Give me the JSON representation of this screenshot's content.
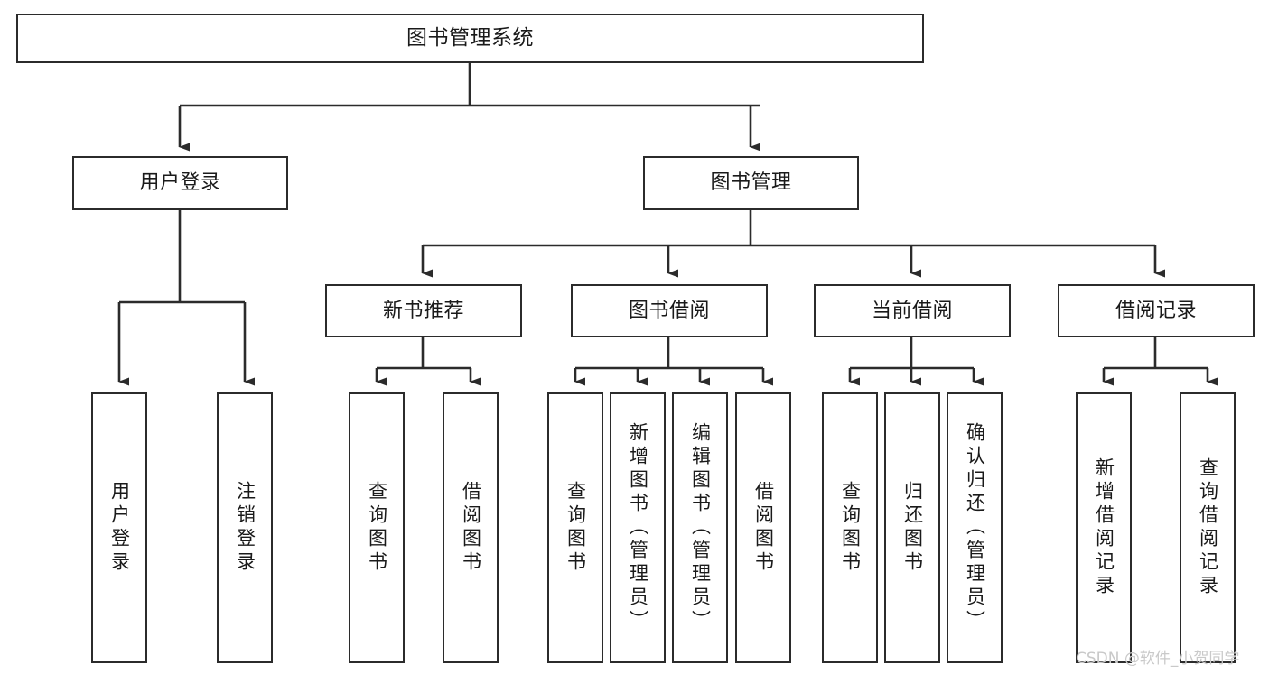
{
  "diagram": {
    "title": "图书管理系统",
    "type": "tree-hierarchy-diagram",
    "watermark": "CSDN @软件_小贺同学",
    "colors": {
      "box_border": "#2b2b2b",
      "box_fill": "#ffffff",
      "connector": "#2b2b2b",
      "text": "#1a1a1a",
      "watermark": "#c9c9c9",
      "background": "#ffffff"
    },
    "nodes": {
      "root": {
        "label": "图书管理系统"
      },
      "level1": [
        {
          "id": "user-login",
          "label": "用户登录"
        },
        {
          "id": "book-management",
          "label": "图书管理"
        }
      ],
      "level2": [
        {
          "id": "new-book-recommend",
          "label": "新书推荐"
        },
        {
          "id": "book-borrow",
          "label": "图书借阅"
        },
        {
          "id": "current-borrow",
          "label": "当前借阅"
        },
        {
          "id": "borrow-record",
          "label": "借阅记录"
        }
      ],
      "leaves": {
        "user_login": [
          {
            "id": "leaf-user-login",
            "label": "用户登录"
          },
          {
            "id": "leaf-user-logout",
            "label": "注销登录"
          }
        ],
        "new_book_recommend": [
          {
            "id": "leaf-query-book-1",
            "label": "查询图书"
          },
          {
            "id": "leaf-borrow-book-1",
            "label": "借阅图书"
          }
        ],
        "book_borrow": [
          {
            "id": "leaf-query-book-2",
            "label": "查询图书"
          },
          {
            "id": "leaf-add-book",
            "label": "新增图书（管理员）"
          },
          {
            "id": "leaf-edit-book",
            "label": "编辑图书（管理员）"
          },
          {
            "id": "leaf-borrow-book-2",
            "label": "借阅图书"
          }
        ],
        "current_borrow": [
          {
            "id": "leaf-query-book-3",
            "label": "查询图书"
          },
          {
            "id": "leaf-return-book",
            "label": "归还图书"
          },
          {
            "id": "leaf-confirm-return",
            "label": "确认归还（管理员）"
          }
        ],
        "borrow_record": [
          {
            "id": "leaf-add-record",
            "label": "新增借阅记录"
          },
          {
            "id": "leaf-query-record",
            "label": "查询借阅记录"
          }
        ]
      }
    }
  }
}
